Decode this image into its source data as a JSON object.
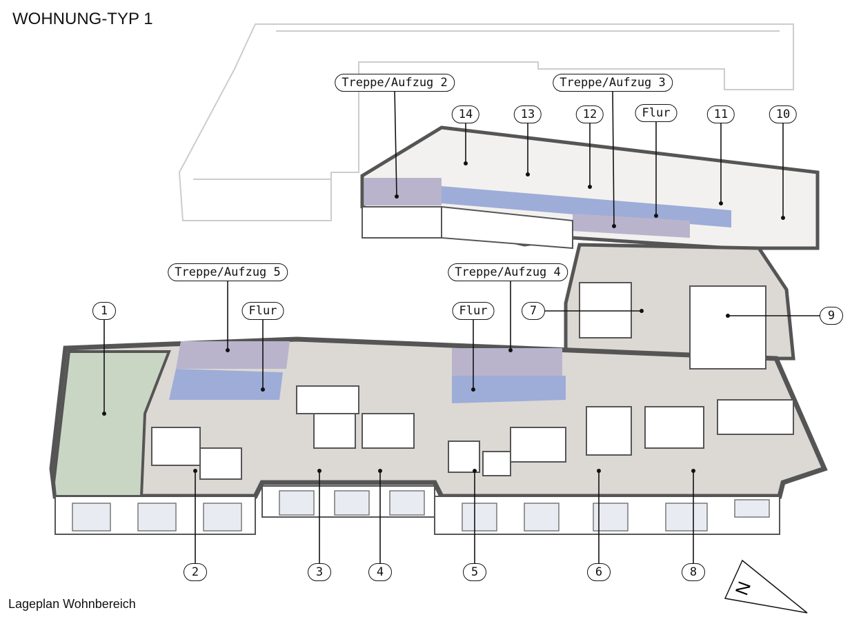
{
  "title": "WOHNUNG-TYP 1",
  "caption": "Lageplan Wohnbereich",
  "north_label": "N",
  "colors": {
    "apartment_highlight": "#c9d6c4",
    "stair_zone": "#b9b4cc",
    "corridor": "#9eacd8",
    "floor": "#dcd8d4",
    "wall": "#555555"
  },
  "labels": [
    {
      "id": "ta2",
      "text": "Treppe/Aufzug 2"
    },
    {
      "id": "ta3",
      "text": "Treppe/Aufzug 3"
    },
    {
      "id": "u14",
      "text": "14"
    },
    {
      "id": "u13",
      "text": "13"
    },
    {
      "id": "u12",
      "text": "12"
    },
    {
      "id": "flur1",
      "text": "Flur"
    },
    {
      "id": "u11",
      "text": "11"
    },
    {
      "id": "u10",
      "text": "10"
    },
    {
      "id": "ta5",
      "text": "Treppe/Aufzug 5"
    },
    {
      "id": "flur2",
      "text": "Flur"
    },
    {
      "id": "u1",
      "text": "1"
    },
    {
      "id": "ta4",
      "text": "Treppe/Aufzug 4"
    },
    {
      "id": "flur3",
      "text": "Flur"
    },
    {
      "id": "u7",
      "text": "7"
    },
    {
      "id": "u9",
      "text": "9"
    },
    {
      "id": "u2",
      "text": "2"
    },
    {
      "id": "u3",
      "text": "3"
    },
    {
      "id": "u4",
      "text": "4"
    },
    {
      "id": "u5",
      "text": "5"
    },
    {
      "id": "u6",
      "text": "6"
    },
    {
      "id": "u8",
      "text": "8"
    }
  ]
}
